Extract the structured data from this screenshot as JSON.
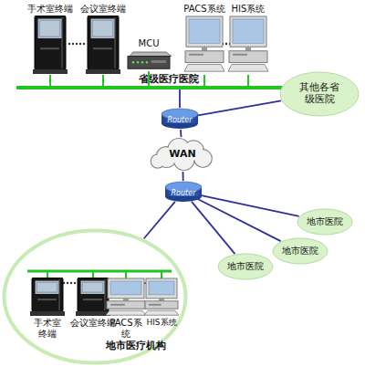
{
  "diagram": {
    "nodes": [
      {
        "text": [
          "手术室终端"
        ]
      },
      {
        "text": [
          "会议室终端"
        ]
      },
      {
        "text": [
          "MCU"
        ]
      },
      {
        "text": [
          "PACS系统"
        ]
      },
      {
        "text": [
          "HIS系统"
        ]
      },
      {
        "text": [
          "省级医疗医院"
        ]
      },
      {
        "text": [
          "其他各省级医院"
        ]
      },
      {
        "text": [
          "Router"
        ]
      },
      {
        "text": [
          "WAN"
        ]
      },
      {
        "text": [
          "Router"
        ]
      },
      {
        "text": [
          "地市医院"
        ]
      },
      {
        "text": [
          "地市医院"
        ]
      },
      {
        "text": [
          "地市医院"
        ]
      },
      {
        "text": [
          "地市医疗机构"
        ]
      },
      {
        "text": [
          "手术室终端"
        ],
        "in": 13
      },
      {
        "text": [
          "会议室终端"
        ],
        "in": 13
      },
      {
        "text": [
          "PACS系统"
        ],
        "in": 13
      },
      {
        "text": [
          "HIS系统"
        ],
        "in": 13
      }
    ],
    "edges": [
      {
        "from": 0,
        "to": 5,
        "arrow": "none"
      },
      {
        "from": 1,
        "to": 5,
        "arrow": "none"
      },
      {
        "from": 2,
        "to": 5,
        "arrow": "none"
      },
      {
        "from": 3,
        "to": 5,
        "arrow": "none"
      },
      {
        "from": 4,
        "to": 5,
        "arrow": "none"
      },
      {
        "from": 5,
        "to": 7,
        "arrow": "none"
      },
      {
        "from": 7,
        "to": 6,
        "arrow": "none"
      },
      {
        "from": 7,
        "to": 8,
        "arrow": "none"
      },
      {
        "from": 8,
        "to": 9,
        "arrow": "none"
      },
      {
        "from": 9,
        "to": 10,
        "arrow": "none"
      },
      {
        "from": 9,
        "to": 11,
        "arrow": "none"
      },
      {
        "from": 9,
        "to": 12,
        "arrow": "none"
      },
      {
        "from": 9,
        "to": 13,
        "arrow": "none"
      }
    ]
  }
}
